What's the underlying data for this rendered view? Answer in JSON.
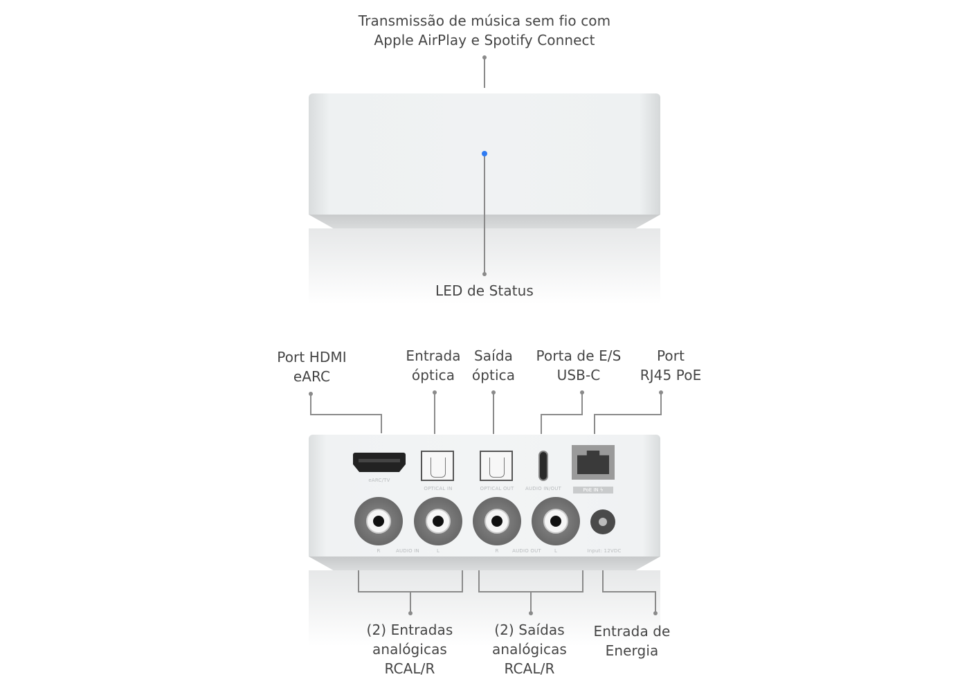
{
  "front_view": {
    "top_label": {
      "line1": "Transmissão de música sem fio com",
      "line2": "Apple AirPlay e Spotify Connect"
    },
    "led_label": "LED de Status",
    "led_color": "#2f7bf2"
  },
  "back_view": {
    "top_labels": [
      {
        "line1": "Port HDMI",
        "line2": "eARC"
      },
      {
        "line1": "Entrada",
        "line2": "óptica"
      },
      {
        "line1": "Saída",
        "line2": "óptica"
      },
      {
        "line1": "Porta de E/S",
        "line2": "USB-C"
      },
      {
        "line1": "Port",
        "line2": "RJ45 PoE"
      }
    ],
    "bottom_labels": [
      {
        "line1": "(2) Entradas",
        "line2": "analógicas",
        "line3": "RCAL/R"
      },
      {
        "line1": "(2) Saídas",
        "line2": "analógicas",
        "line3": "RCAL/R"
      },
      {
        "line1": "Entrada de",
        "line2": "Energia"
      }
    ],
    "port_captions": {
      "hdmi": "eARC/TV",
      "optical_in": "OPTICAL IN",
      "optical_out": "OPTICAL OUT",
      "usbc": "AUDIO IN/OUT",
      "poe": "PoE IN ϟ",
      "audio_in_r": "R",
      "audio_in": "AUDIO IN",
      "audio_in_l": "L",
      "audio_out_r": "R",
      "audio_out": "AUDIO OUT",
      "audio_out_l": "L",
      "power": "Input: 12VDC"
    }
  }
}
